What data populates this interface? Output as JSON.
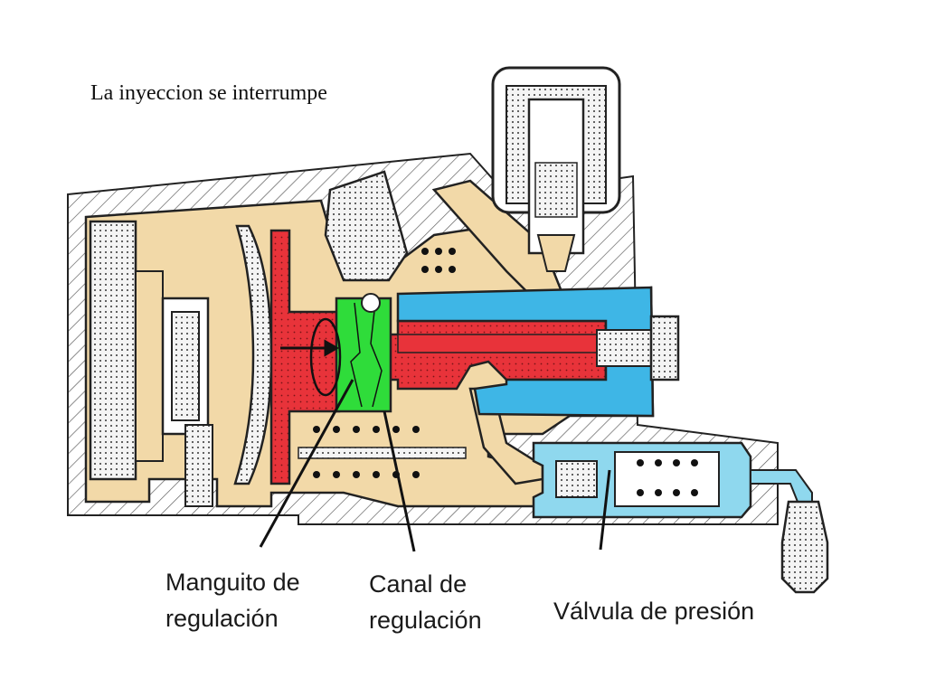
{
  "title": "La inyeccion se interrumpe",
  "labels": {
    "sleeve_line1": "Manguito de",
    "sleeve_line2": "regulación",
    "channel_line1": "Canal de",
    "channel_line2": "regulación",
    "valve": "Válvula de presión"
  },
  "colors": {
    "housing": "#f2d9a8",
    "hatch": "#555555",
    "piston_red": "#e8333a",
    "sleeve_green": "#2fdc3a",
    "chamber_blue": "#3eb6e6",
    "valve_cyan": "#8fd8ee",
    "dots": "#222222"
  }
}
